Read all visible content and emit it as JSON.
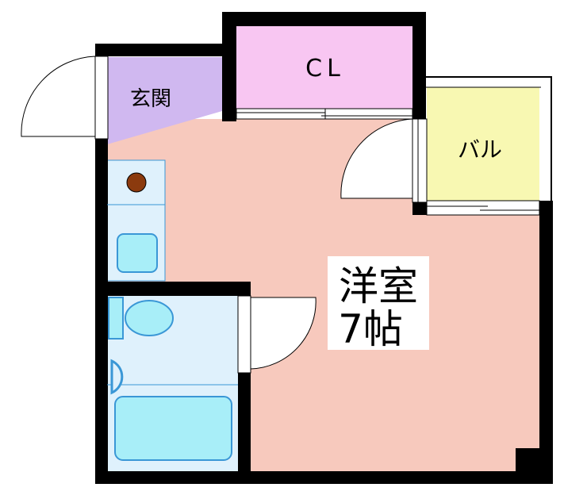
{
  "floorplan": {
    "rooms": {
      "entrance": {
        "label": "玄関"
      },
      "closet": {
        "label": "CL"
      },
      "balcony": {
        "label": "バル"
      },
      "western_room": {
        "label_line1": "洋室",
        "label_line2": "7帖"
      }
    },
    "colors": {
      "wall": "#000000",
      "entrance": "#d0b8f0",
      "closet": "#f8c6f2",
      "balcony": "#f8f8b2",
      "western_room": "#f7c9bd",
      "bathroom": "#dff1fc",
      "fixture": "#a8eef8",
      "fixture_stroke": "#3a97d6",
      "washer_drain": "#8b3a0e",
      "door_swing_bg": "#ffffff"
    }
  }
}
